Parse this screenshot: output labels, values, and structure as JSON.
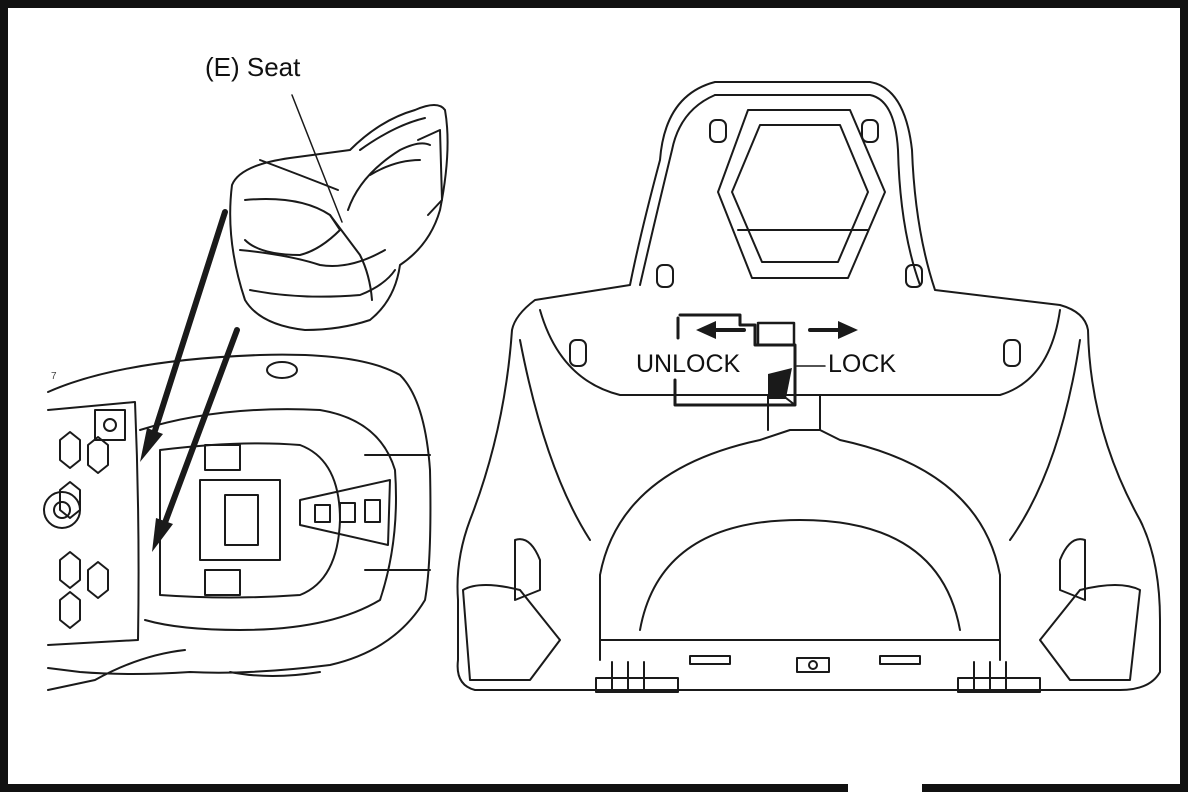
{
  "labels": {
    "seat": "(E) Seat",
    "unlock": "UNLOCK",
    "lock": "LOCK",
    "page_number": "7"
  },
  "colors": {
    "line": "#1a1a1a",
    "background": "#ffffff"
  }
}
